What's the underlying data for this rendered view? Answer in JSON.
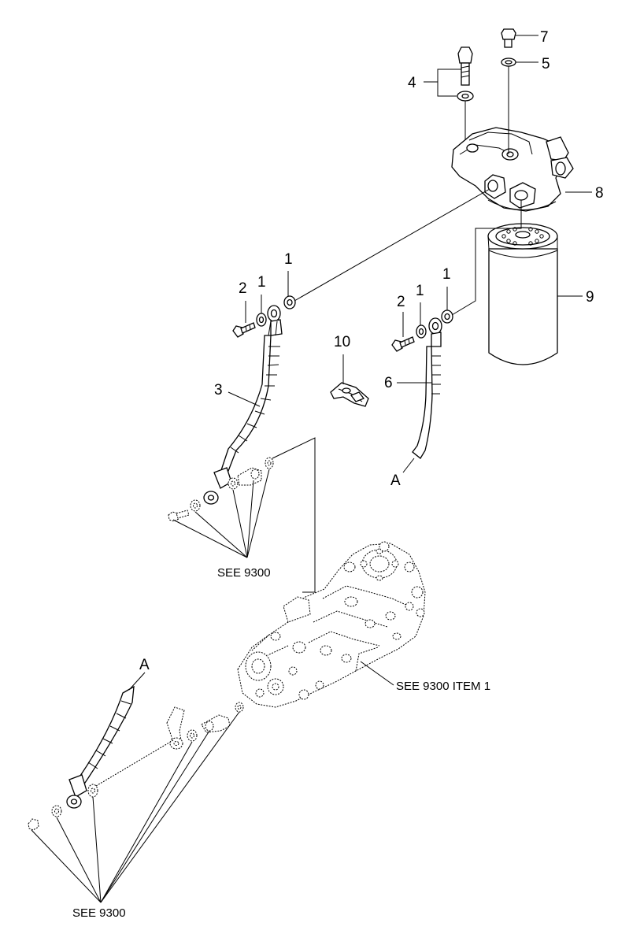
{
  "callouts": {
    "c1a": "1",
    "c1b": "1",
    "c1c": "1",
    "c1d": "1",
    "c2a": "2",
    "c2b": "2",
    "c3": "3",
    "c4": "4",
    "c5": "5",
    "c6": "6",
    "c7": "7",
    "c8": "8",
    "c9": "9",
    "c10": "10",
    "a_top": "A",
    "a_bottom": "A"
  },
  "notes": {
    "see_top": "SEE 9300",
    "see_pump": "SEE 9300 ITEM 1",
    "see_bottom": "SEE 9300"
  }
}
